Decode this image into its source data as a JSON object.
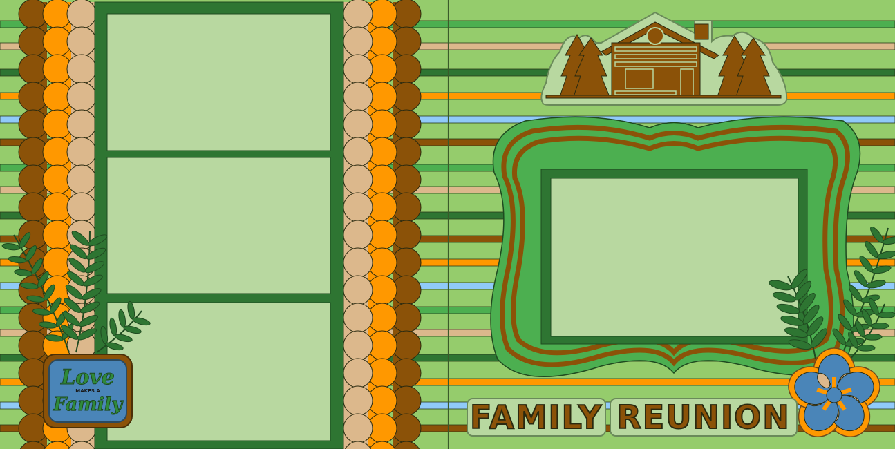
{
  "colors": {
    "background": "#95cc6c",
    "stripe_green": "#4caf50",
    "stripe_tan": "#dcb88c",
    "stripe_darkgreen": "#2e7532",
    "stripe_orange": "#ff9800",
    "stripe_blue": "#90caf9",
    "stripe_brown": "#8b5208",
    "photo_mat": "#2e7532",
    "photo_slot": "#b8d8a0",
    "frame_green": "#4caf50"
  },
  "stripe_sequence": [
    "green",
    "tan",
    "darkgreen",
    "orange",
    "blue",
    "brown",
    "green",
    "tan",
    "darkgreen",
    "brown",
    "orange",
    "blue",
    "green",
    "tan",
    "darkgreen",
    "orange",
    "blue",
    "brown"
  ],
  "left_page": {
    "photo_slots": 3,
    "badge": {
      "line1": "Love",
      "line2": "MAKES A",
      "line3": "Family"
    }
  },
  "right_page": {
    "title_words": [
      "FAMILY",
      "REUNION"
    ],
    "icons": [
      "log-cabin-icon",
      "pine-trees-icon",
      "flower-icon",
      "fern-leaves-icon"
    ]
  }
}
